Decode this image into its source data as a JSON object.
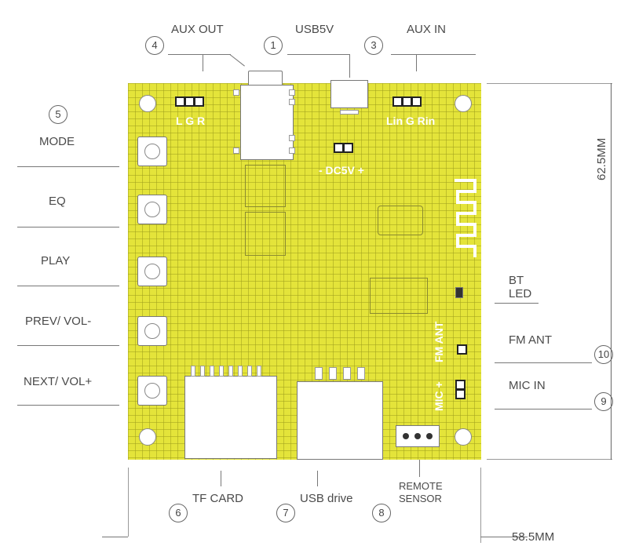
{
  "labels": {
    "aux_out": "AUX OUT",
    "usb5v": "USB5V",
    "aux_in": "AUX IN",
    "mode": "MODE",
    "eq": "EQ",
    "play": "PLAY",
    "prev": "PREV/ VOL-",
    "next": "NEXT/ VOL+",
    "bt_led": "BT\nLED",
    "bt": "BT",
    "led": "LED",
    "fm_ant": "FM ANT",
    "mic_in": "MIC IN",
    "tf_card": "TF CARD",
    "usb_drive": "USB drive",
    "remote_1": "REMOTE",
    "remote_2": "SENSOR",
    "height_dim": "62.5MM",
    "width_dim": "58.5MM"
  },
  "numbers": {
    "n1": "1",
    "n3": "3",
    "n4": "4",
    "n5": "5",
    "n6": "6",
    "n7": "7",
    "n8": "8",
    "n9": "9",
    "n10": "10"
  },
  "silkscreen": {
    "lgr": "L  G  R",
    "lin_g_rin": "Lin G Rin",
    "dc5v": "- DC5V +",
    "fm_ant": "FM ANT",
    "mic": "MIC +"
  },
  "colors": {
    "board": "#e4e43a",
    "silk": "#ffffff"
  }
}
